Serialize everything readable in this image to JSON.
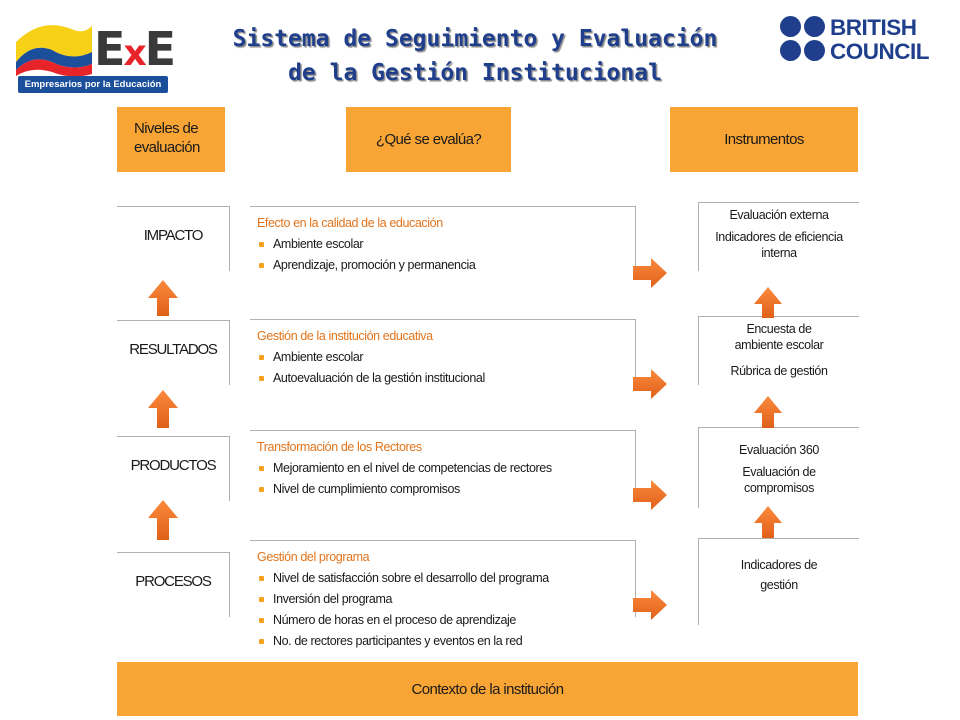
{
  "header": {
    "title_line1": "Sistema de Seguimiento y Evaluación",
    "title_line2": "de la Gestión Institucional",
    "logo_left": {
      "name": "ExE",
      "tagline": "Empresarios por la Educación"
    },
    "logo_right": {
      "line1": "BRITISH",
      "line2": "COUNCIL"
    }
  },
  "columns": {
    "levels": "Niveles de evaluación",
    "what": "¿Qué se evalúa?",
    "instruments": "Instrumentos"
  },
  "rows": [
    {
      "level": "IMPACTO",
      "heading": "Efecto en la calidad de la educación",
      "items": [
        "Ambiente escolar",
        "Aprendizaje, promoción y permanencia"
      ],
      "instruments": [
        "Evaluación externa",
        "Indicadores de eficiencia interna"
      ]
    },
    {
      "level": "RESULTADOS",
      "heading": "Gestión de la institución educativa",
      "items": [
        "Ambiente escolar",
        "Autoevaluación de la gestión institucional"
      ],
      "instruments": [
        "Encuesta de ambiente escolar",
        "Rúbrica de gestión"
      ]
    },
    {
      "level": "PRODUCTOS",
      "heading": "Transformación de los Rectores",
      "items": [
        "Mejoramiento en el nivel de competencias de rectores",
        "Nivel de cumplimiento compromisos"
      ],
      "instruments": [
        "Evaluación 360",
        "Evaluación de compromisos"
      ]
    },
    {
      "level": "PROCESOS",
      "heading": "Gestión del programa",
      "items": [
        "Nivel de satisfacción sobre el desarrollo del programa",
        "Inversión del programa",
        "Número de horas en el proceso de aprendizaje",
        "No. de rectores participantes y eventos en la red"
      ],
      "instruments": [
        "Indicadores de gestión"
      ]
    }
  ],
  "context": "Contexto de la institución",
  "colors": {
    "orange": "#f8a535",
    "arrow": "#f47920",
    "heading": "#e2741c",
    "title": "#1f3f8c"
  }
}
